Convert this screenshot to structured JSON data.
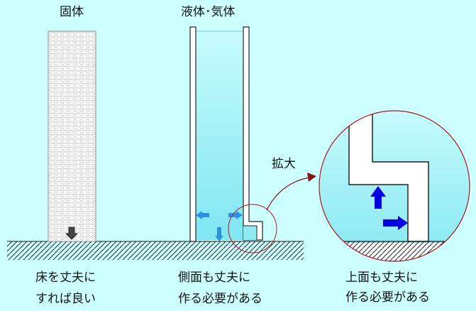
{
  "labels": {
    "solid_title": "固体",
    "fluid_title": "液体･気体",
    "zoom_label": "拡大"
  },
  "captions": {
    "solid": [
      "床を丈夫に",
      "すれば良い"
    ],
    "fluid": [
      "側面も丈夫に",
      "作る必要がある"
    ],
    "zoom": [
      "上面も丈夫に",
      "作る必要がある"
    ]
  },
  "colors": {
    "background": "#ccffff",
    "liquid_light": "#c8fbfb",
    "liquid_dark": "#7fe6f2",
    "arrow_dark_gray": "#444444",
    "arrow_mid_blue": "#2f8fe0",
    "arrow_deep_blue": "#0000e0",
    "magnifier_red": "#b01818"
  },
  "icons": {
    "down": "arrow-down",
    "left": "arrow-left",
    "right": "arrow-right",
    "up": "arrow-up"
  }
}
